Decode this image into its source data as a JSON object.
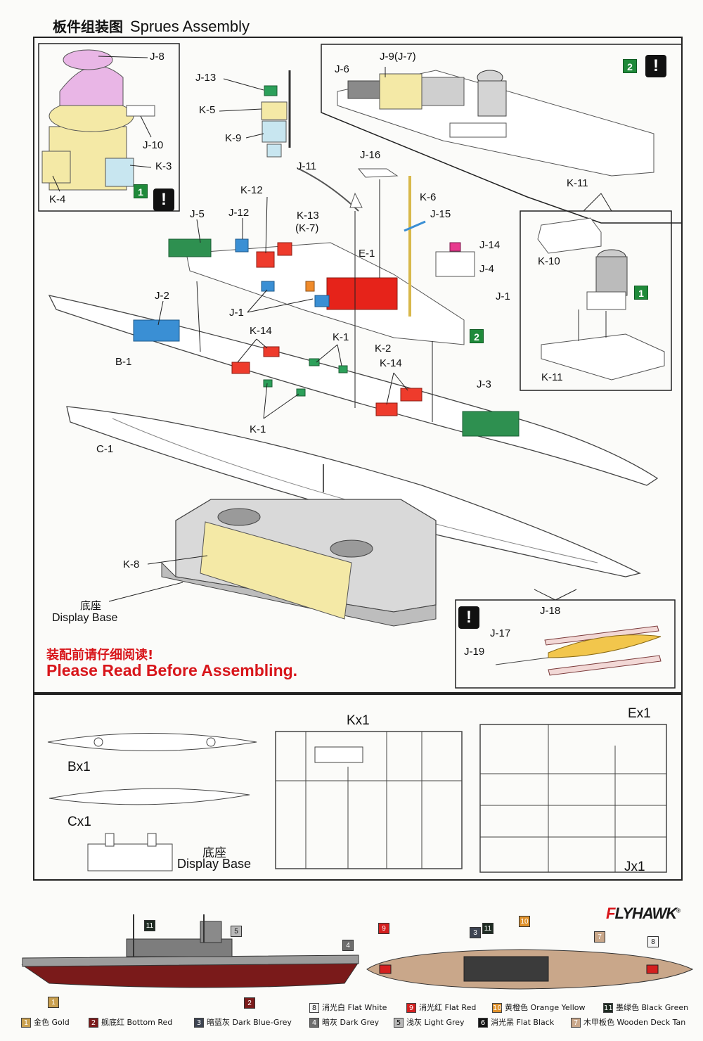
{
  "header": {
    "title_cn": "板件组装图",
    "title_en": "Sprues Assembly"
  },
  "labels": {
    "j8": "J-8",
    "j10": "J-10",
    "k3": "K-3",
    "k4": "K-4",
    "j13": "J-13",
    "k5": "K-5",
    "k9": "K-9",
    "k12a": "K-12",
    "k12b": "J-12",
    "j11": "J-11",
    "j16": "J-16",
    "k6": "K-6",
    "j15": "J-15",
    "k13": "K-13",
    "k7": "(K-7)",
    "j14": "J-14",
    "j4": "J-4",
    "j1": "J-1",
    "j1b": "J-1",
    "e1": "E-1",
    "k2": "K-2",
    "j5": "J-5",
    "j2": "J-2",
    "b1": "B-1",
    "k14a": "K-14",
    "k14b": "K-14",
    "k1a": "K-1",
    "k1b": "K-1",
    "j3": "J-3",
    "c1": "C-1",
    "k8": "K-8",
    "j6": "J-6",
    "j9": "J-9(J-7)",
    "k11a": "K-11",
    "k10": "K-10",
    "k11b": "K-11",
    "j18": "J-18",
    "j17": "J-17",
    "j19": "J-19",
    "base_cn": "底座",
    "base_en": "Display Base"
  },
  "steps": {
    "s1": "1",
    "s2": "2",
    "s2b": "2",
    "s1b": "1",
    "excl": "!"
  },
  "warning": {
    "cn": "装配前请仔细阅读!",
    "en": "Please Read Before Assembling."
  },
  "sprues": {
    "bx1": "Bx1",
    "cx1": "Cx1",
    "kx1": "Kx1",
    "jx1": "Jx1",
    "ex1": "Ex1",
    "base_cn": "底座",
    "base_en": "Display Base"
  },
  "brand": {
    "first": "F",
    "rest": "LYHAWK",
    "reg": "®"
  },
  "colors": [
    {
      "num": "1",
      "cn": "金色",
      "en": "Gold",
      "hex": "#c9a050"
    },
    {
      "num": "2",
      "cn": "舰底红",
      "en": "Bottom Red",
      "hex": "#7a1a1a"
    },
    {
      "num": "3",
      "cn": "暗蓝灰",
      "en": "Dark Blue-Grey",
      "hex": "#3d4452"
    },
    {
      "num": "4",
      "cn": "暗灰",
      "en": "Dark Grey",
      "hex": "#6d6d6d"
    },
    {
      "num": "5",
      "cn": "浅灰",
      "en": "Light Grey",
      "hex": "#b8b8b8"
    },
    {
      "num": "6",
      "cn": "消光黑",
      "en": "Flat Black",
      "hex": "#141414"
    },
    {
      "num": "7",
      "cn": "木甲板色",
      "en": "Wooden Deck Tan",
      "hex": "#c9a78a"
    },
    {
      "num": "8",
      "cn": "消光白",
      "en": "Flat White",
      "hex": "#f5f5f5"
    },
    {
      "num": "9",
      "cn": "消光红",
      "en": "Flat Red",
      "hex": "#d41f1f"
    },
    {
      "num": "10",
      "cn": "黄橙色",
      "en": "Orange Yellow",
      "hex": "#e0922c"
    },
    {
      "num": "11",
      "cn": "墨绿色",
      "en": "Black Green",
      "hex": "#1e2b22"
    }
  ]
}
